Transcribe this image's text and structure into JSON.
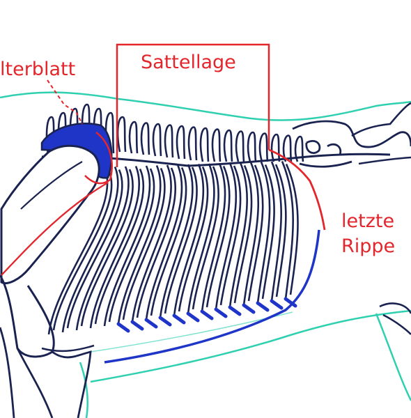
{
  "colors": {
    "annotation": "#e3262c",
    "bone_outline": "#1a2350",
    "cartilage_fill": "#1f35c8",
    "body_outline": "#2fd0b0"
  },
  "labels": {
    "shoulder_blade": "lterblatt",
    "saddle_area": "Sattellage",
    "last_rib_line1": "letzte",
    "last_rib_line2": "Rippe"
  }
}
